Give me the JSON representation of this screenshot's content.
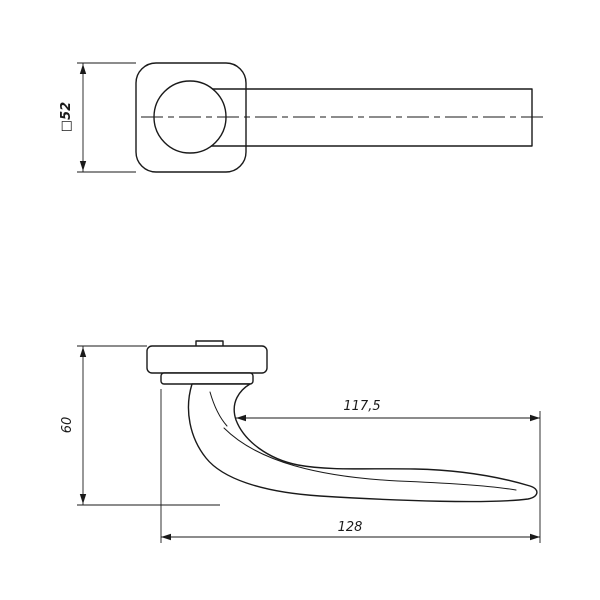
{
  "dimensions": {
    "rosette_size": "□52",
    "height": "60",
    "reach": "117,5",
    "total_length": "128"
  },
  "colors": {
    "line": "#1a1a1a",
    "background": "#ffffff"
  }
}
